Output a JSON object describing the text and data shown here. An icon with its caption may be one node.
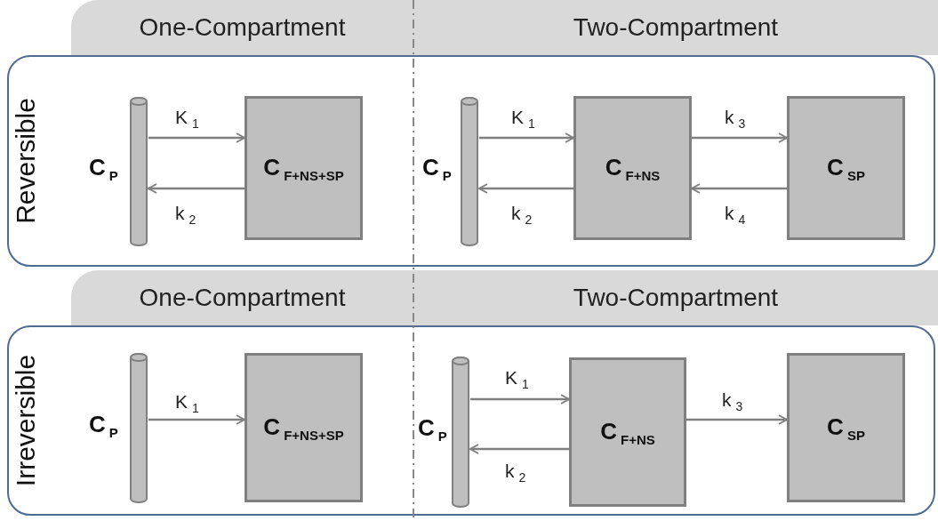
{
  "diagram": {
    "nodes": [
      {
        "text": [
          "One-Compartment"
        ]
      },
      {
        "text": [
          "Two-Compartment"
        ]
      },
      {
        "text": [
          "Reversible"
        ]
      },
      {
        "text": [
          "C$_{P}$"
        ],
        "in": 2
      },
      {
        "text": [
          "C$_{F+NS+SP}$"
        ],
        "in": 2
      },
      {
        "text": [
          "C$_{P}$"
        ],
        "in": 2
      },
      {
        "text": [
          "C$_{F+NS}$"
        ],
        "in": 2
      },
      {
        "text": [
          "C$_{SP}$"
        ],
        "in": 2
      },
      {
        "text": [
          "One-Compartment"
        ]
      },
      {
        "text": [
          "Two-Compartment"
        ]
      },
      {
        "text": [
          "Irreversible"
        ]
      },
      {
        "text": [
          "C$_{P}$"
        ],
        "in": 10
      },
      {
        "text": [
          "C$_{F+NS+SP}$"
        ],
        "in": 10
      },
      {
        "text": [
          "C$_{P}$"
        ],
        "in": 10
      },
      {
        "text": [
          "C$_{F+NS}$"
        ],
        "in": 10
      },
      {
        "text": [
          "C$_{SP}$"
        ],
        "in": 10
      }
    ],
    "edges": [
      {
        "from": 3,
        "to": 4,
        "arrow": "to",
        "label": "K$_{1}$"
      },
      {
        "from": 4,
        "to": 3,
        "arrow": "to",
        "label": "k$_{2}$"
      },
      {
        "from": 5,
        "to": 6,
        "arrow": "to",
        "label": "K$_{1}$"
      },
      {
        "from": 6,
        "to": 5,
        "arrow": "to",
        "label": "k$_{2}$"
      },
      {
        "from": 6,
        "to": 7,
        "arrow": "to",
        "label": "k$_{3}$"
      },
      {
        "from": 7,
        "to": 6,
        "arrow": "to",
        "label": "k$_{4}$"
      },
      {
        "from": 11,
        "to": 12,
        "arrow": "to",
        "label": "K$_{1}$"
      },
      {
        "from": 13,
        "to": 14,
        "arrow": "to",
        "label": "K$_{1}$"
      },
      {
        "from": 14,
        "to": 13,
        "arrow": "to",
        "label": "k$_{2}$"
      },
      {
        "from": 14,
        "to": 15,
        "arrow": "to",
        "label": "k$_{3}$"
      }
    ]
  }
}
